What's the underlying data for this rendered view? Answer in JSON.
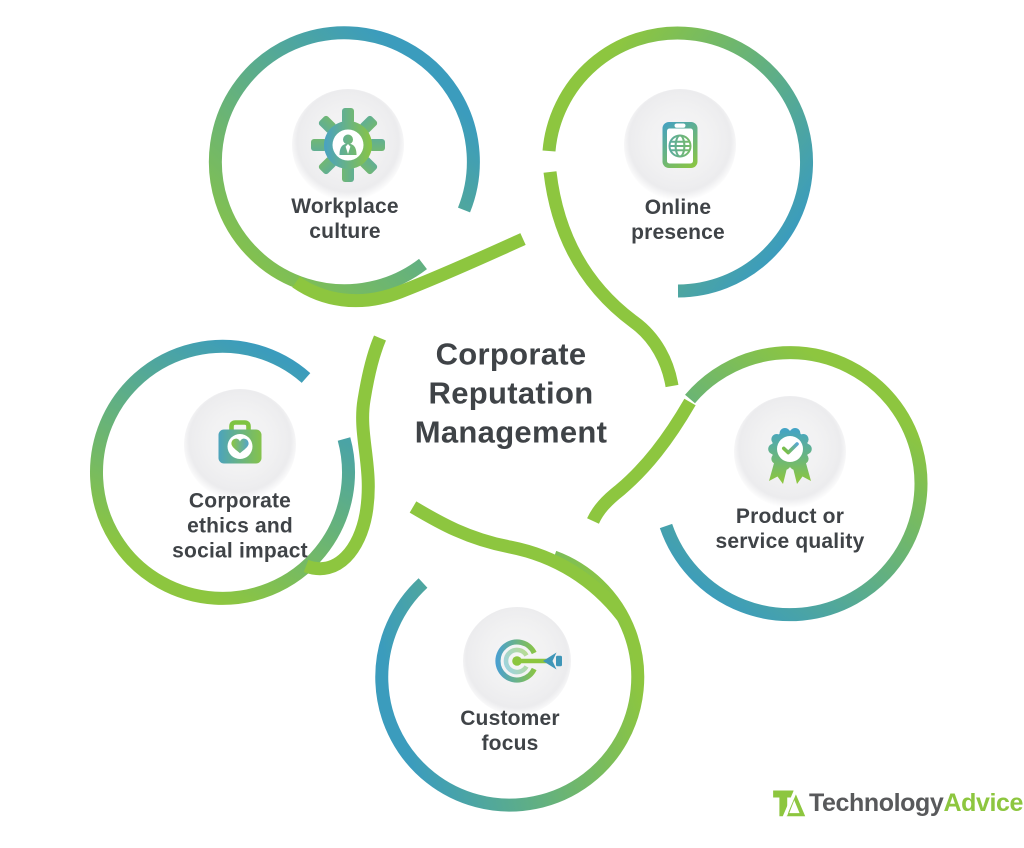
{
  "title": {
    "lines": [
      "Corporate",
      "Reputation",
      "Management"
    ]
  },
  "nodes": [
    {
      "id": "workplace-culture",
      "icon": "gear-person-icon",
      "label_lines": [
        "Workplace",
        "culture"
      ]
    },
    {
      "id": "online-presence",
      "icon": "tablet-globe-icon",
      "label_lines": [
        "Online",
        "presence"
      ]
    },
    {
      "id": "corporate-ethics",
      "icon": "briefcase-heart-icon",
      "label_lines": [
        "Corporate",
        "ethics and",
        "social impact"
      ]
    },
    {
      "id": "product-quality",
      "icon": "award-ribbon-check-icon",
      "label_lines": [
        "Product or",
        "service quality"
      ]
    },
    {
      "id": "customer-focus",
      "icon": "target-arrow-icon",
      "label_lines": [
        "Customer",
        "focus"
      ]
    }
  ],
  "logo": {
    "mark": "TA",
    "name_gray": "Technology",
    "name_green": "Advice"
  },
  "colors": {
    "green": "#8dc63f",
    "teal": "#3f9ab8",
    "text": "#3f4347",
    "logo_gray": "#58595b",
    "icon_blue": "#46a0c8"
  }
}
